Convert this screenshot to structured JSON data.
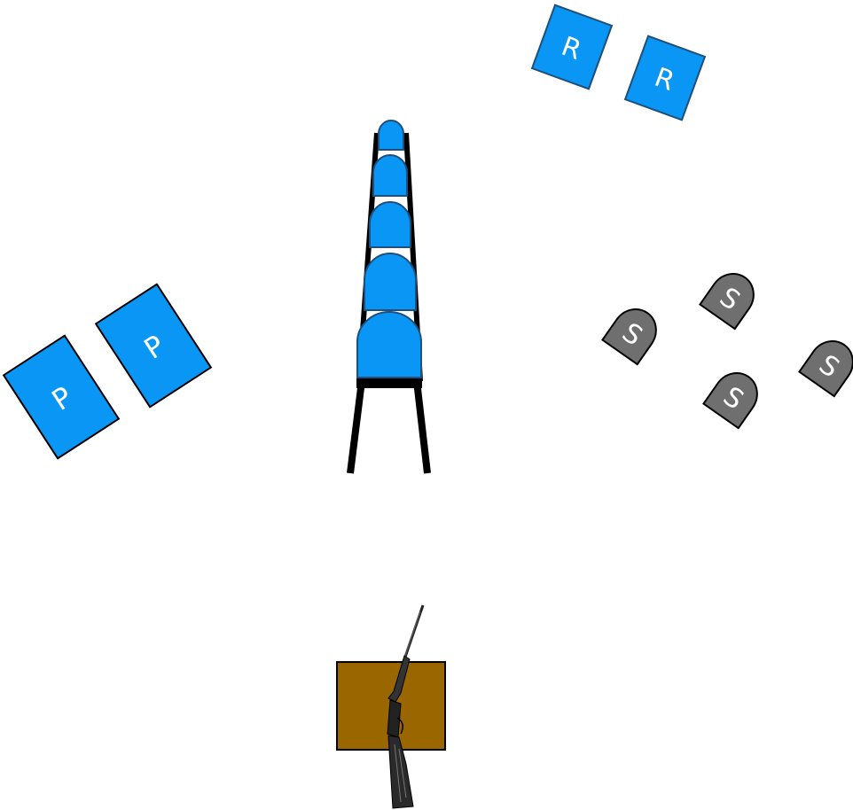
{
  "colors": {
    "background": "#ffffff",
    "blue_target": "#0a96f5",
    "blue_outline": "#1f4f7a",
    "gray_target": "#6f6f6f",
    "table_brown": "#996600",
    "outline": "#000000"
  },
  "targets": {
    "r_label": "R",
    "p_label": "P",
    "s_label": "S"
  },
  "icons": {
    "stacked_plate_rack": "stacked-arch-targets-on-stand",
    "shooting_table": "brown-table",
    "shotgun": "shotgun-icon"
  }
}
